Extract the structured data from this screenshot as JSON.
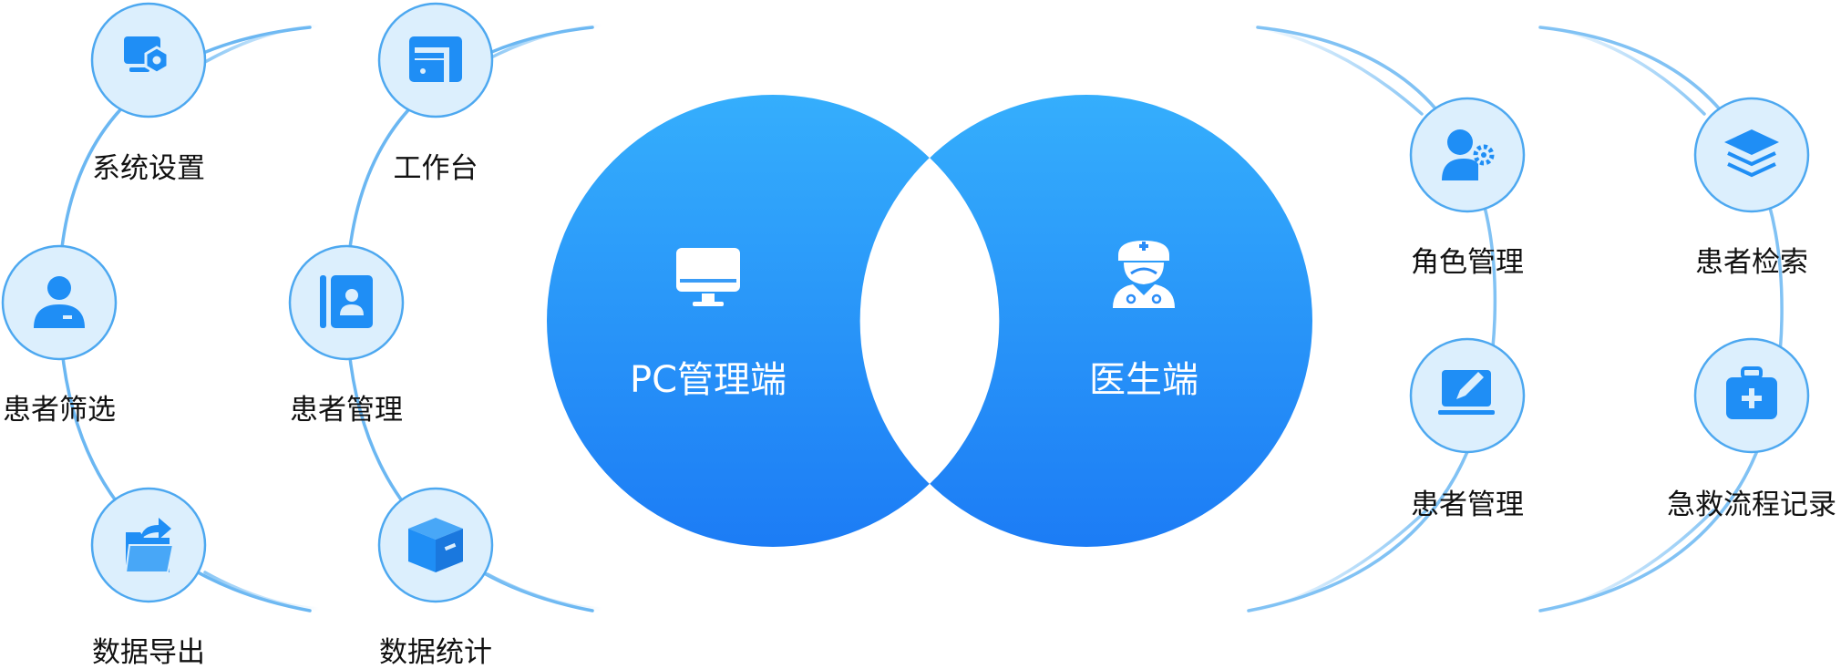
{
  "center": {
    "left_title": "PC管理端",
    "right_title": "医生端",
    "left_icon": "monitor-icon",
    "right_icon": "doctor-icon"
  },
  "pc_modules": {
    "outer": [
      {
        "label": "系统设置",
        "icon": "system-settings-icon"
      },
      {
        "label": "患者筛选",
        "icon": "patient-filter-icon"
      },
      {
        "label": "数据导出",
        "icon": "data-export-icon"
      }
    ],
    "inner": [
      {
        "label": "工作台",
        "icon": "workbench-icon"
      },
      {
        "label": "患者管理",
        "icon": "patient-records-icon"
      },
      {
        "label": "数据统计",
        "icon": "statistics-box-icon"
      }
    ]
  },
  "doctor_modules": {
    "inner": [
      {
        "label": "角色管理",
        "icon": "role-management-icon"
      },
      {
        "label": "患者管理",
        "icon": "patient-edit-icon"
      }
    ],
    "outer": [
      {
        "label": "患者检索",
        "icon": "patient-search-icon"
      },
      {
        "label": "急救流程记录",
        "icon": "first-aid-kit-icon"
      }
    ]
  },
  "colors": {
    "core_top": "#35aefc",
    "core_bottom": "#1c7cf5",
    "node_fill": "#dceffd",
    "node_stroke": "#4da8f0",
    "icon": "#1f8ef5",
    "arc": "#6bb7f2",
    "label": "#111111"
  }
}
